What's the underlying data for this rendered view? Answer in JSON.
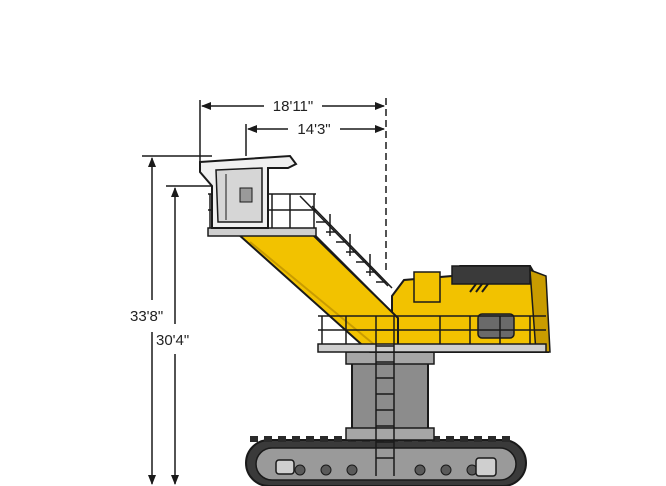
{
  "dimensions": {
    "overall_width": "18'11\"",
    "cab_width": "14'3\"",
    "overall_height": "33'8\"",
    "cab_height": "30'4\""
  },
  "colors": {
    "machine_yellow": "#f2c200",
    "machine_yellow_dark": "#c99c00",
    "steel_gray": "#8c8c8c",
    "track_dark": "#3a3a3a",
    "line": "#1a1a1a"
  }
}
